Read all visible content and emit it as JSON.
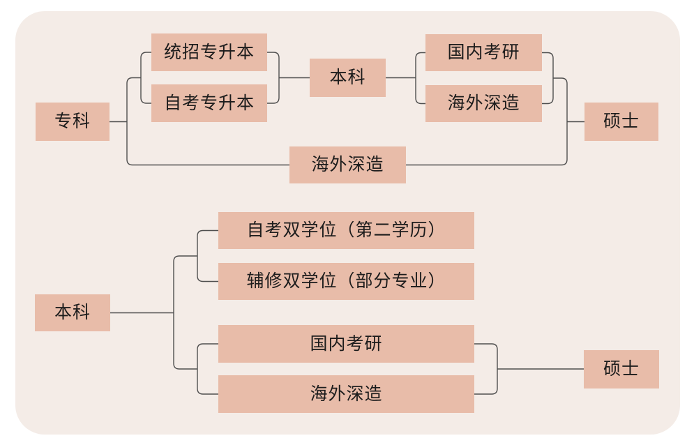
{
  "colors": {
    "page_background": "#ffffff",
    "canvas_background": "#f4ece7",
    "node_fill": "#e8bca9",
    "connector_line": "#4f4f4f",
    "text": "#1c1c1c"
  },
  "top_flow": {
    "nodes": [
      {
        "id": "zhuanke",
        "label": "专科"
      },
      {
        "id": "tongzhao-zhuanshengben",
        "label": "统招专升本"
      },
      {
        "id": "zikao-zhuanshengben",
        "label": "自考专升本"
      },
      {
        "id": "benke",
        "label": "本科"
      },
      {
        "id": "guonei-kaoyan",
        "label": "国内考研"
      },
      {
        "id": "haiwai-shenzao",
        "label": "海外深造"
      },
      {
        "id": "shuoshi",
        "label": "硕士"
      },
      {
        "id": "haiwai-shenzao-direct",
        "label": "海外深造"
      }
    ],
    "edges": [
      {
        "from": "专科",
        "to": "统招专升本"
      },
      {
        "from": "专科",
        "to": "自考专升本"
      },
      {
        "from": "统招专升本",
        "to": "本科"
      },
      {
        "from": "自考专升本",
        "to": "本科"
      },
      {
        "from": "本科",
        "to": "国内考研"
      },
      {
        "from": "本科",
        "to": "海外深造"
      },
      {
        "from": "国内考研",
        "to": "硕士"
      },
      {
        "from": "海外深造",
        "to": "硕士"
      },
      {
        "from": "专科",
        "to": "海外深造(直接)"
      },
      {
        "from": "海外深造(直接)",
        "to": "硕士"
      }
    ]
  },
  "bottom_flow": {
    "nodes": [
      {
        "id": "benke",
        "label": "本科"
      },
      {
        "id": "zikao-shuangxuewei",
        "label": "自考双学位（第二学历）"
      },
      {
        "id": "fuxiu-shuangxuewei",
        "label": "辅修双学位（部分专业）"
      },
      {
        "id": "guonei-kaoyan",
        "label": "国内考研"
      },
      {
        "id": "haiwai-shenzao",
        "label": "海外深造"
      },
      {
        "id": "shuoshi",
        "label": "硕士"
      }
    ],
    "edges": [
      {
        "from": "本科",
        "to": "自考双学位（第二学历）"
      },
      {
        "from": "本科",
        "to": "辅修双学位（部分专业）"
      },
      {
        "from": "本科",
        "to": "国内考研"
      },
      {
        "from": "本科",
        "to": "海外深造"
      },
      {
        "from": "国内考研",
        "to": "硕士"
      },
      {
        "from": "海外深造",
        "to": "硕士"
      }
    ]
  }
}
